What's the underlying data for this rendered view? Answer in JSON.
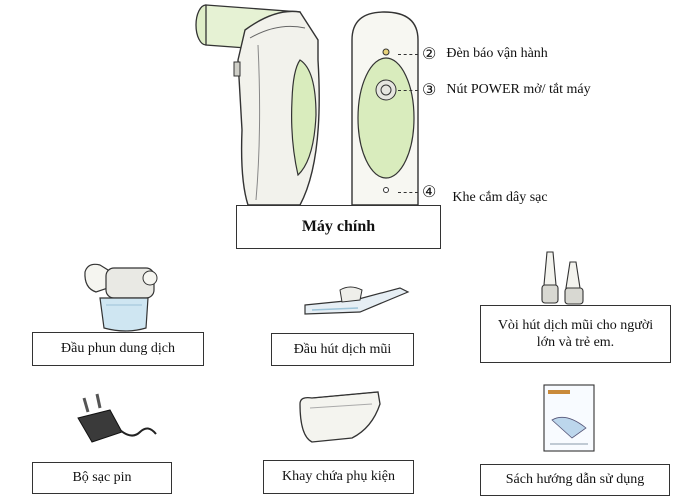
{
  "main_unit": {
    "label": "Máy chính"
  },
  "callouts": [
    {
      "number": "②",
      "label": "Đèn báo vận hành"
    },
    {
      "number": "③",
      "label": "Nút POWER mở/ tắt máy"
    },
    {
      "number": "④",
      "label": "Khe cắm dây sạc"
    }
  ],
  "accessories": {
    "spray_head": "Đầu phun dung dịch",
    "suction_head": "Đầu hút dịch mũi",
    "nozzles": "Vòi hút dịch mũi cho người lớn và trẻ em.",
    "charger": "Bộ sạc pin",
    "tray": "Khay chứa phụ kiện",
    "manual": "Sách hướng dẫn sử dụng"
  },
  "colors": {
    "device_green": "#d9ecbd",
    "device_body": "#f2f2ec",
    "outline": "#333333",
    "liquid_blue": "#cfe6f2"
  }
}
